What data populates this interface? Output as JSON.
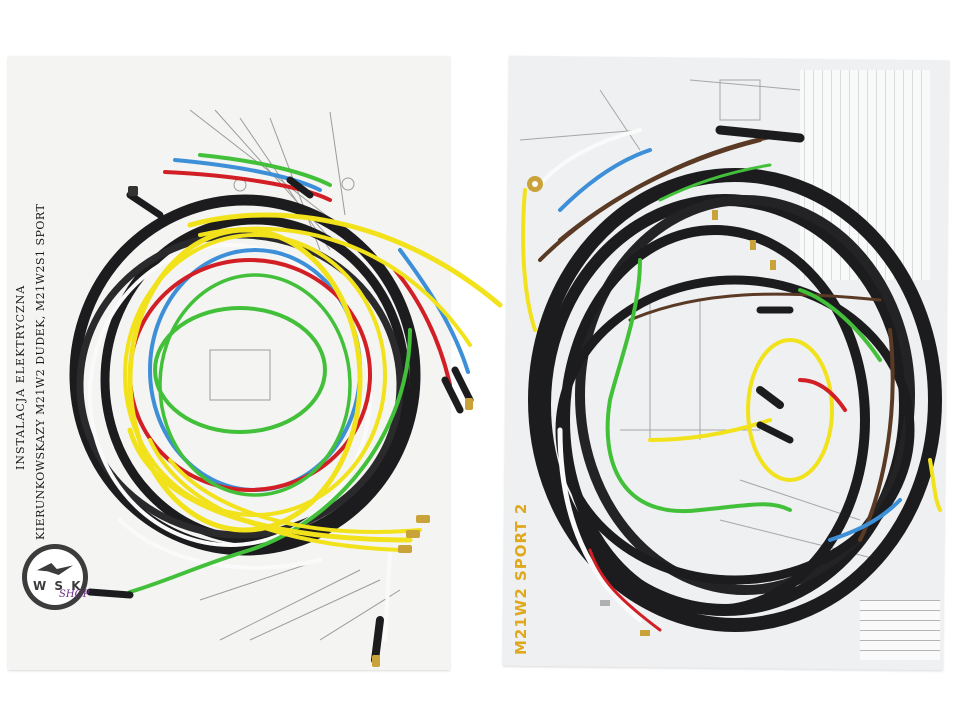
{
  "image": {
    "left_sheet": {
      "title_line1": "INSTALACJA ELEKTRYCZNA",
      "title_line2": "KIERUNKOWSKAZY M21W2 DUDEK, M21W2S1 SPORT"
    },
    "right_sheet": {
      "model_label": "M21W2 SPORT 2"
    },
    "logo": {
      "letters": "W S K",
      "script": "SHOP"
    },
    "wire_colors": {
      "black": "#1c1c1e",
      "yellow": "#f2e21c",
      "red": "#d21f26",
      "blue": "#3d8fd8",
      "green": "#43c03a",
      "white": "#fafafa",
      "brown": "#5a3a24"
    },
    "icons": [
      "logo-icon",
      "wire-harness-icon"
    ]
  }
}
